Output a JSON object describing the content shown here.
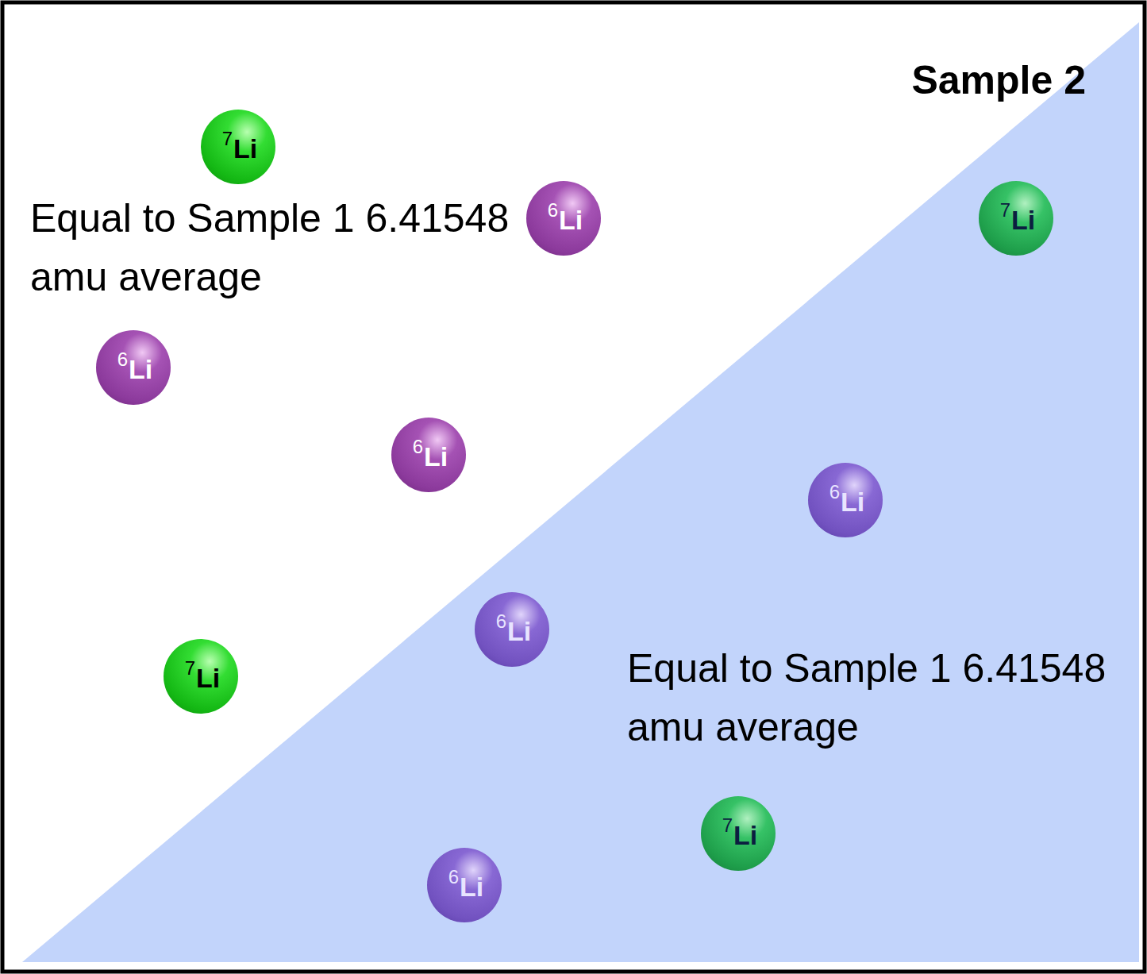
{
  "diagram": {
    "nodes": [
      {
        "text": [
          "7",
          "Li"
        ]
      },
      {
        "text": [
          "6",
          "Li"
        ]
      },
      {
        "text": [
          "7",
          "Li"
        ]
      },
      {
        "text": [
          "6",
          "Li"
        ]
      },
      {
        "text": [
          "6",
          "Li"
        ]
      },
      {
        "text": [
          "6",
          "Li"
        ]
      },
      {
        "text": [
          "6",
          "Li"
        ]
      },
      {
        "text": [
          "7",
          "Li"
        ]
      },
      {
        "text": [
          "7",
          "Li"
        ]
      },
      {
        "text": [
          "6",
          "Li"
        ]
      }
    ],
    "labels": [
      "Sample 2",
      "Equal to Sample 1 6.41548 amu average",
      "Equal to Sample 1 6.41548 amu average"
    ]
  }
}
